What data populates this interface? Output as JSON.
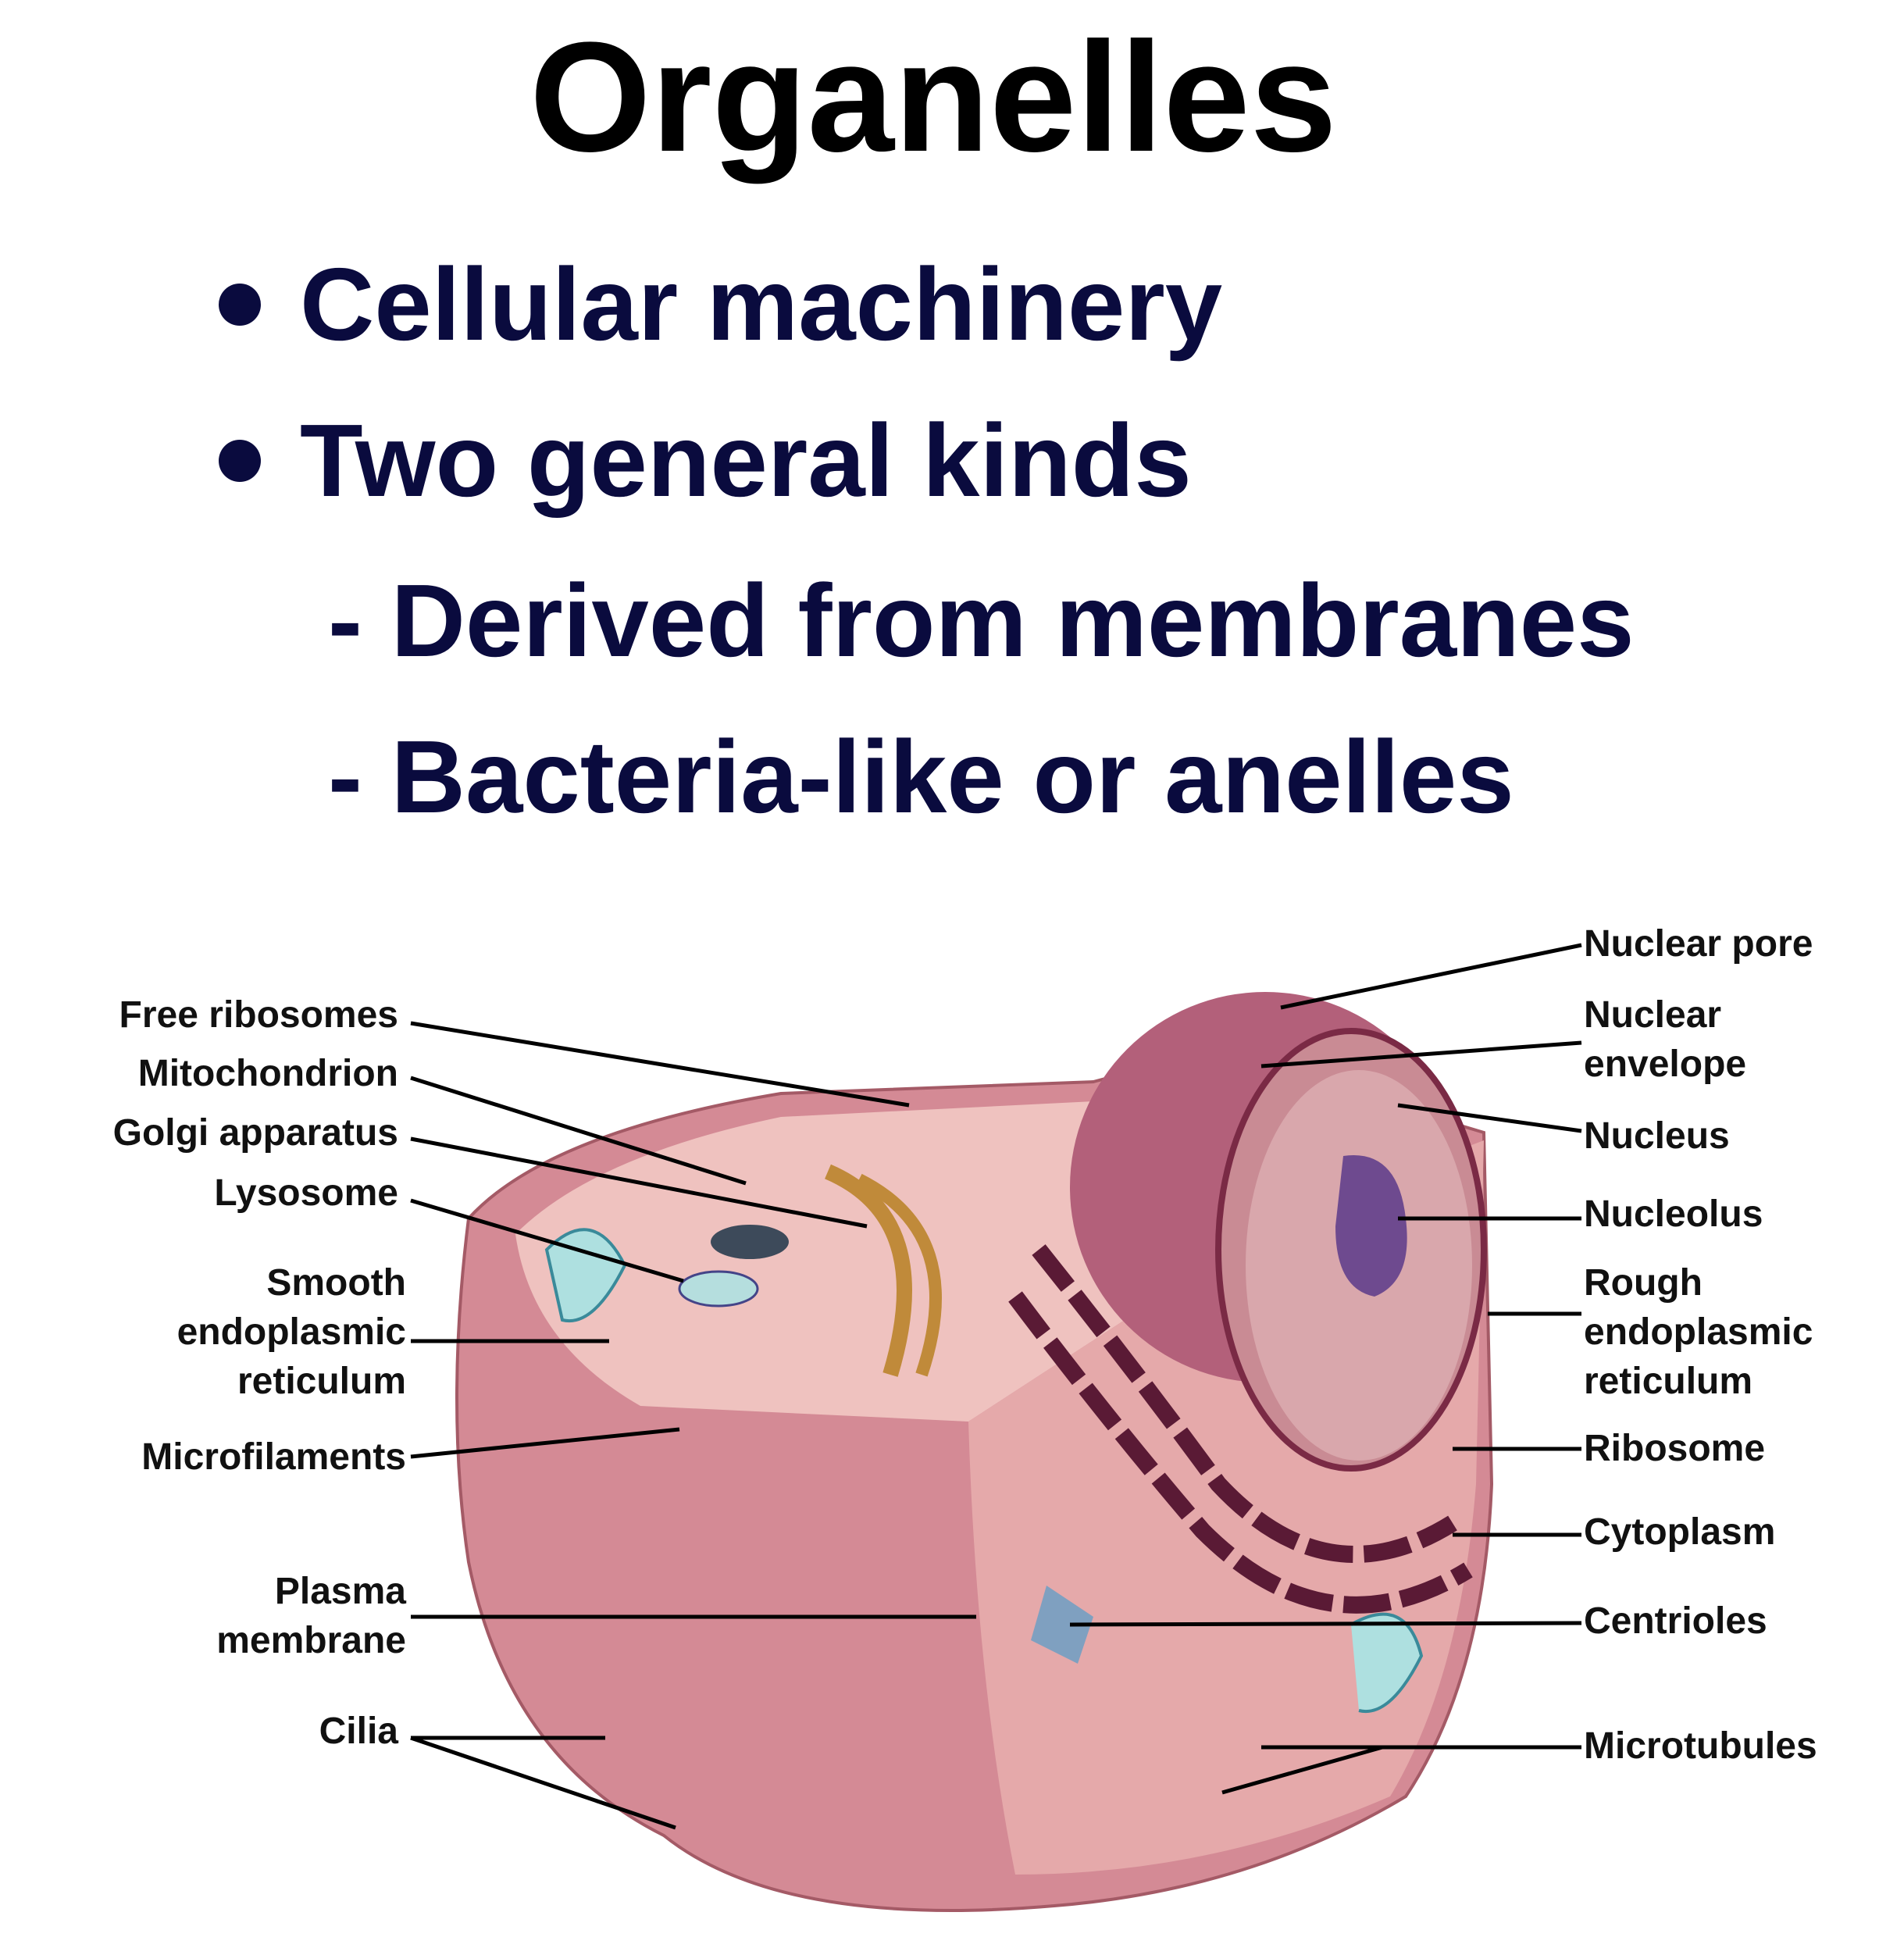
{
  "title": "Organelles",
  "bullets": [
    "Cellular machinery",
    "Two general kinds"
  ],
  "subbullets": [
    "- Derived from membranes",
    "- Bacteria-like or anelles"
  ],
  "labels_left": {
    "free_ribosomes": "Free ribosomes",
    "mitochondrion": "Mitochondrion",
    "golgi": "Golgi apparatus",
    "lysosome": "Lysosome",
    "smooth_er_1": "Smooth",
    "smooth_er_2": "endoplasmic",
    "smooth_er_3": "reticulum",
    "microfilaments": "Microfilaments",
    "plasma_1": "Plasma",
    "plasma_2": "membrane",
    "cilia": "Cilia"
  },
  "labels_right": {
    "nuclear_pore": "Nuclear pore",
    "nuclear_envelope_1": "Nuclear",
    "nuclear_envelope_2": "envelope",
    "nucleus": "Nucleus",
    "nucleolus": "Nucleolus",
    "rough_er_1": "Rough",
    "rough_er_2": "endoplasmic",
    "rough_er_3": "reticulum",
    "ribosome": "Ribosome",
    "cytoplasm": "Cytoplasm",
    "centrioles": "Centrioles",
    "microtubules": "Microtubules"
  }
}
